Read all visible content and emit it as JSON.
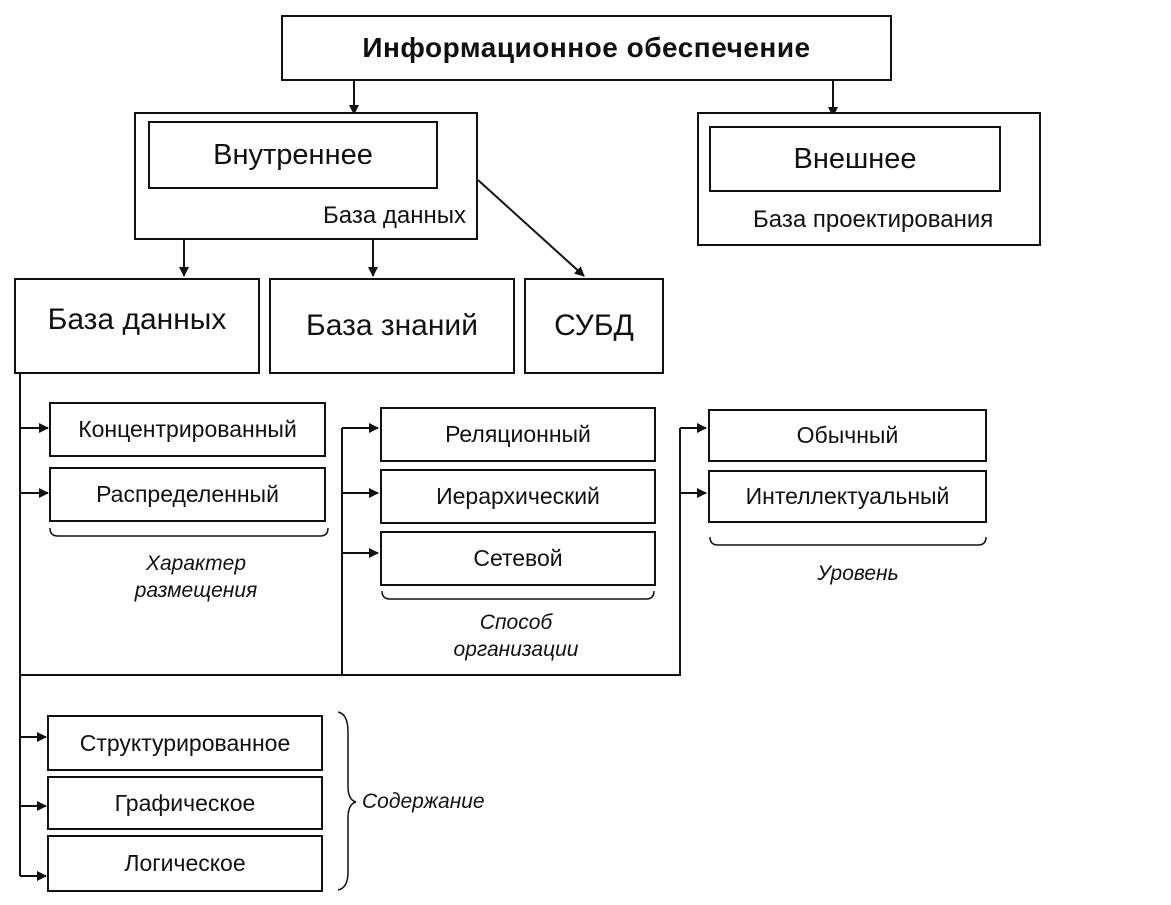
{
  "root": {
    "label": "Информационное обеспечение"
  },
  "internal": {
    "label": "Внутреннее",
    "caption": "База данных"
  },
  "external": {
    "label": "Внешнее",
    "caption": "База проектирования"
  },
  "components": [
    {
      "label": "База данных"
    },
    {
      "label": "База знаний"
    },
    {
      "label": "СУБД"
    }
  ],
  "placement": {
    "items": [
      {
        "label": "Концентрированный"
      },
      {
        "label": "Распределенный"
      }
    ],
    "caption_line1": "Характер",
    "caption_line2": "размещения"
  },
  "organization": {
    "items": [
      {
        "label": "Реляционный"
      },
      {
        "label": "Иерархический"
      },
      {
        "label": "Сетевой"
      }
    ],
    "caption_line1": "Способ",
    "caption_line2": "организации"
  },
  "level": {
    "items": [
      {
        "label": "Обычный"
      },
      {
        "label": "Интеллектуальный"
      }
    ],
    "caption": "Уровень"
  },
  "content": {
    "items": [
      {
        "label": "Структурированное"
      },
      {
        "label": "Графическое"
      },
      {
        "label": "Логическое"
      }
    ],
    "caption": "Содержание"
  }
}
